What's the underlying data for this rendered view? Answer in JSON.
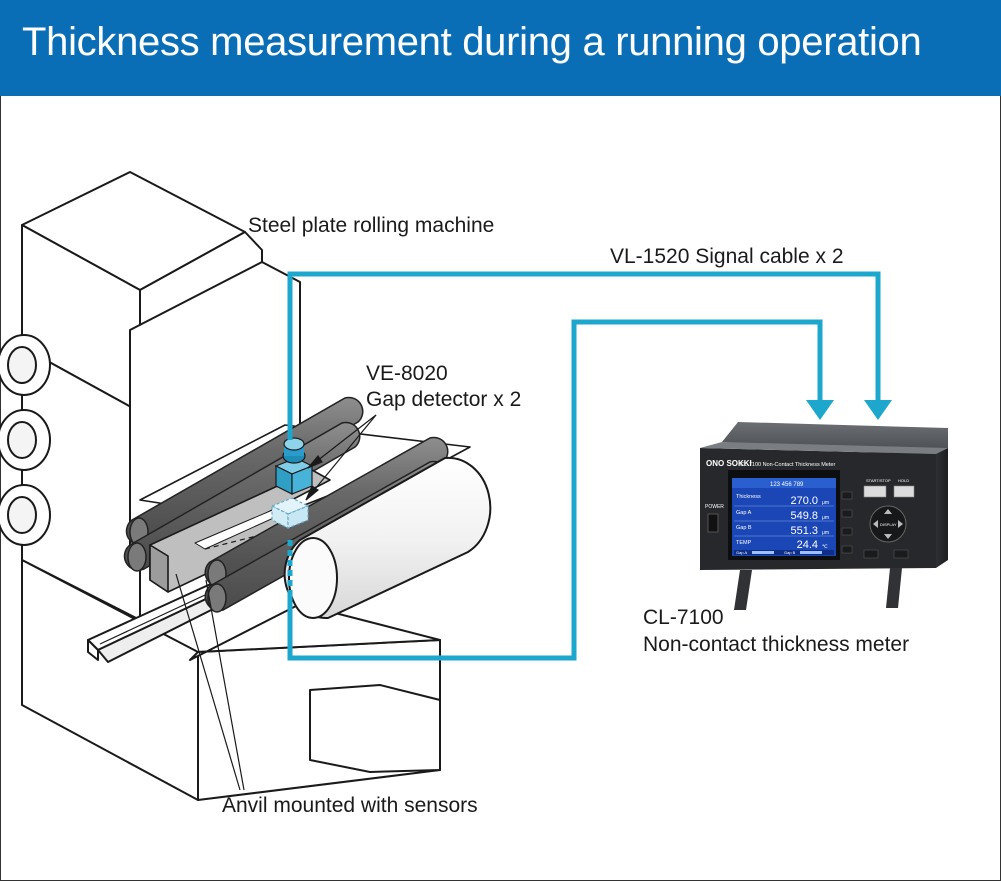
{
  "title": "Thickness measurement during a running operation",
  "labels": {
    "machine": "Steel plate rolling machine",
    "cable": "VL-1520 Signal cable x 2",
    "detector_model": "VE-8020",
    "detector_desc": "Gap detector x 2",
    "anvil": "Anvil mounted with sensors",
    "meter_model": "CL-7100",
    "meter_desc": "Non-contact thickness meter"
  },
  "device": {
    "brand": "ONO SOKKI",
    "header": "CL-7100 Non-Contact Thickness Meter",
    "power": "POWER",
    "screen_tab": "123 456 789",
    "rows": [
      {
        "label": "Thickness",
        "value": "270.0",
        "unit": "μm"
      },
      {
        "label": "Gap A",
        "value": "549.8",
        "unit": "μm"
      },
      {
        "label": "Gap B",
        "value": "551.3",
        "unit": "μm"
      },
      {
        "label": "TEMP",
        "value": "24.4",
        "unit": "℃"
      }
    ],
    "bar_a": "Gap A",
    "bar_b": "Gap B",
    "keys": [
      "START/STOP",
      "HOLD",
      "DISPLAY"
    ]
  },
  "colors": {
    "banner": "#0a6eb7",
    "cable": "#1ea7cc",
    "screen": "#1b46b5"
  }
}
